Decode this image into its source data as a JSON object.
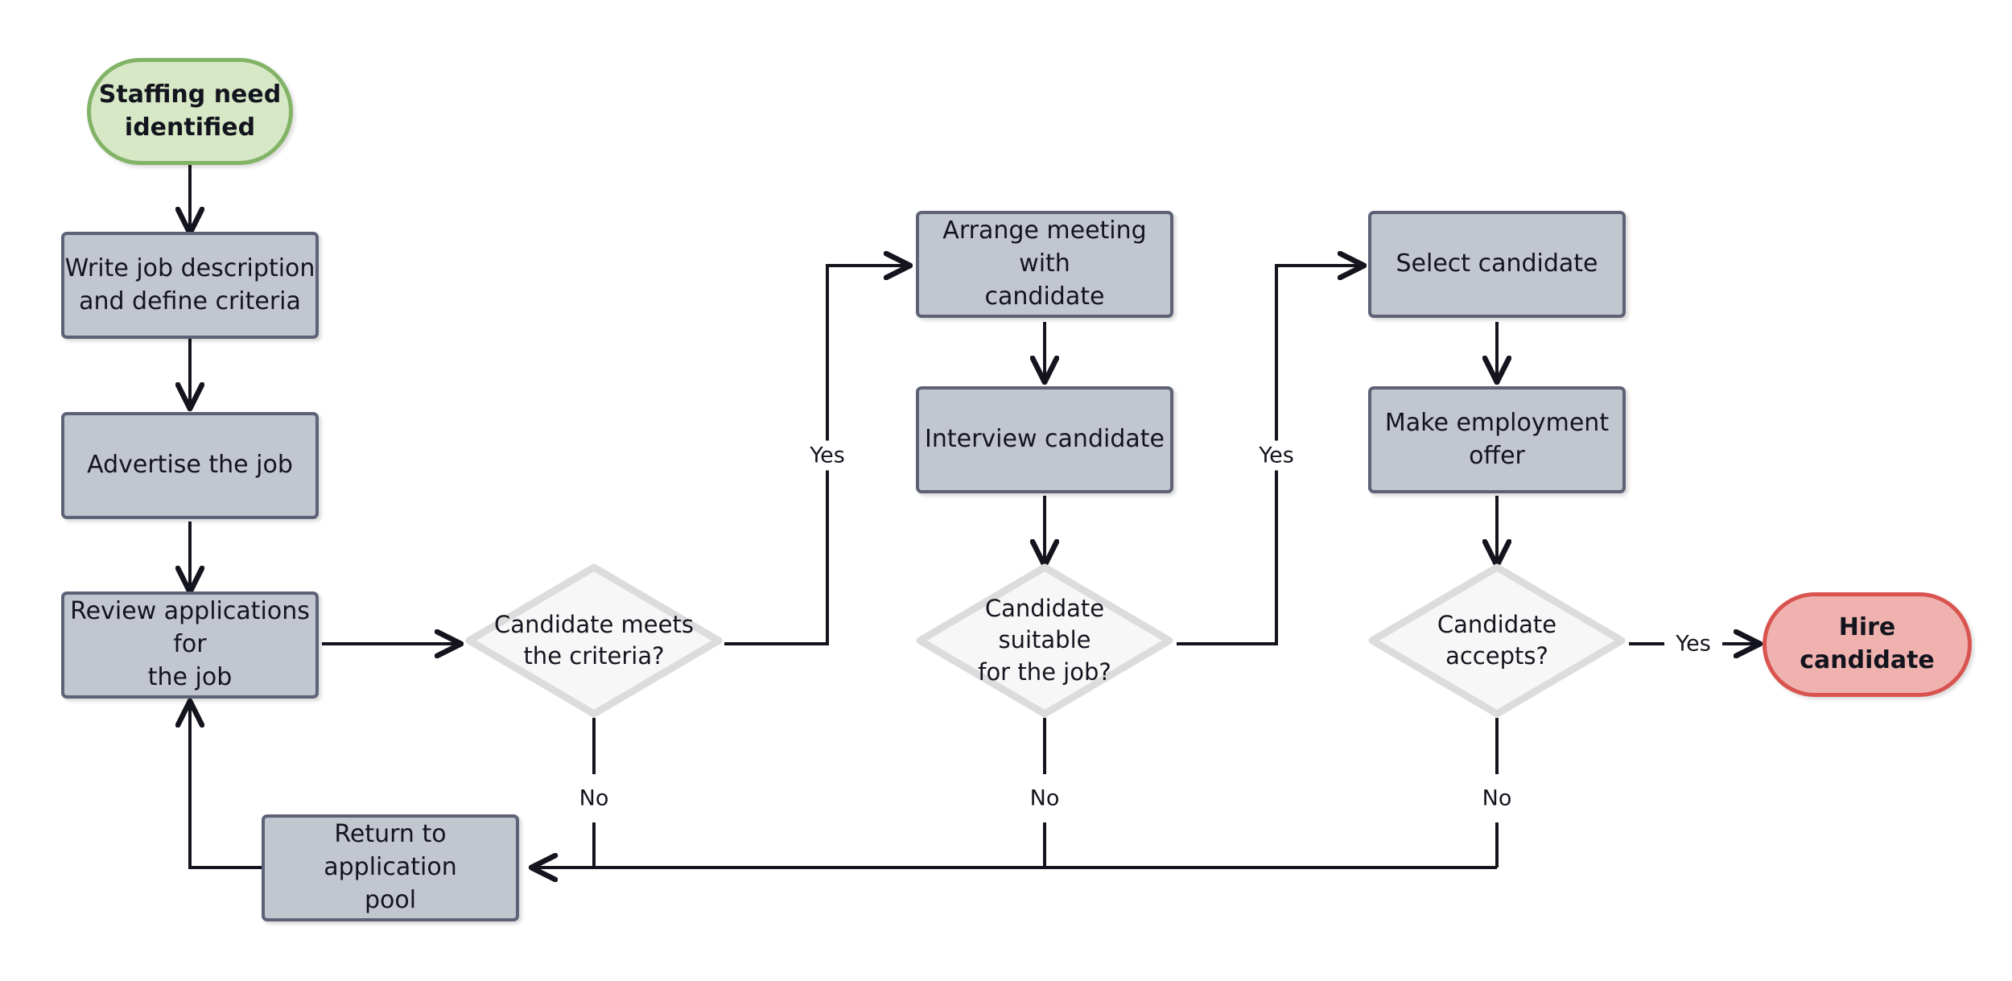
{
  "diagram": {
    "title": "Recruitment / hiring process flowchart",
    "background": "#ffffff",
    "colors": {
      "process_fill": "#c2c6cf",
      "process_stroke": "#5d6277",
      "start_fill": "#d7e8c6",
      "start_stroke": "#82b366",
      "end_fill": "#f0b2af",
      "end_stroke": "#d9534f",
      "decision_fill": "#f7f7f7",
      "decision_stroke": "#dcdcdc",
      "edge_stroke": "#14141e",
      "text": "#14141e"
    }
  },
  "nodes": {
    "start": {
      "label": "Staffing need\nidentified",
      "shape": "terminator"
    },
    "write_job": {
      "label": "Write job description\nand define criteria",
      "shape": "process"
    },
    "advertise": {
      "label": "Advertise the job",
      "shape": "process"
    },
    "review": {
      "label": "Review applications for\nthe job",
      "shape": "process"
    },
    "meets_criteria": {
      "label": "Candidate meets\nthe criteria?",
      "shape": "decision"
    },
    "arrange_meeting": {
      "label": "Arrange meeting with\ncandidate",
      "shape": "process"
    },
    "interview": {
      "label": "Interview candidate",
      "shape": "process"
    },
    "suitable": {
      "label": "Candidate\nsuitable\nfor the job?",
      "shape": "decision"
    },
    "select": {
      "label": "Select candidate",
      "shape": "process"
    },
    "offer": {
      "label": "Make employment\noffer",
      "shape": "process"
    },
    "accepts": {
      "label": "Candidate\naccepts?",
      "shape": "decision"
    },
    "hire": {
      "label": "Hire\ncandidate",
      "shape": "terminator"
    },
    "return_pool": {
      "label": "Return to application\npool",
      "shape": "process"
    }
  },
  "edge_labels": {
    "yes_criteria": "Yes",
    "no_criteria": "No",
    "yes_suitable": "Yes",
    "no_suitable": "No",
    "yes_accepts": "Yes",
    "no_accepts": "No"
  }
}
